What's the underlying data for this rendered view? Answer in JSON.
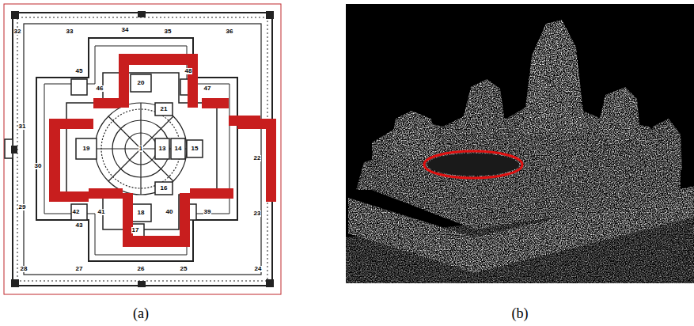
{
  "diagram": {
    "labels": [
      "32",
      "33",
      "34",
      "35",
      "36",
      "45",
      "46",
      "20",
      "48",
      "21",
      "47",
      "31",
      "19",
      "1",
      "13",
      "14",
      "15",
      "22",
      "30",
      "29",
      "23",
      "42",
      "41",
      "18",
      "16",
      "40",
      "39",
      "43",
      "17",
      "28",
      "27",
      "26",
      "25",
      "24",
      "(a)",
      "(b)"
    ]
  }
}
